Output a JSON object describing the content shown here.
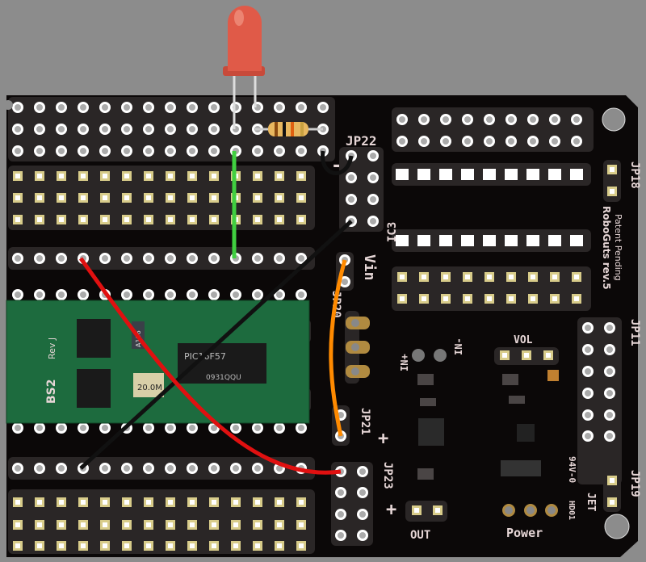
{
  "board": {
    "name": "RoboGuts rev.5",
    "patent": "Patent Pending",
    "labels": {
      "jp22": "JP22",
      "ic3": "IC3",
      "jp20": "JP20",
      "vin": "Vin",
      "jp21": "JP21",
      "jp23": "JP23",
      "jp18": "JP18",
      "jp19": "JP19",
      "jp11": "JP11",
      "vol": "VOL",
      "in_plus": "IN+",
      "in_minus": "IN-",
      "out": "OUT",
      "power": "Power",
      "minus": "-",
      "plus": "+",
      "rating": "94V-0",
      "maker": "JET",
      "code": "HD01"
    }
  },
  "module": {
    "name": "BS2",
    "rev": "Rev J",
    "crystal": "20.0M",
    "mcu": "PIC16F57",
    "mcu_code": "0931QQU",
    "part": "A106"
  },
  "colors": {
    "board": "#0b0808",
    "background": "#8c8c8c",
    "module": "#1d6b3e",
    "wire_red": "#e01010",
    "wire_black": "#111111",
    "wire_green": "#40d040",
    "wire_orange": "#ff8a00",
    "led": "#e05040"
  }
}
